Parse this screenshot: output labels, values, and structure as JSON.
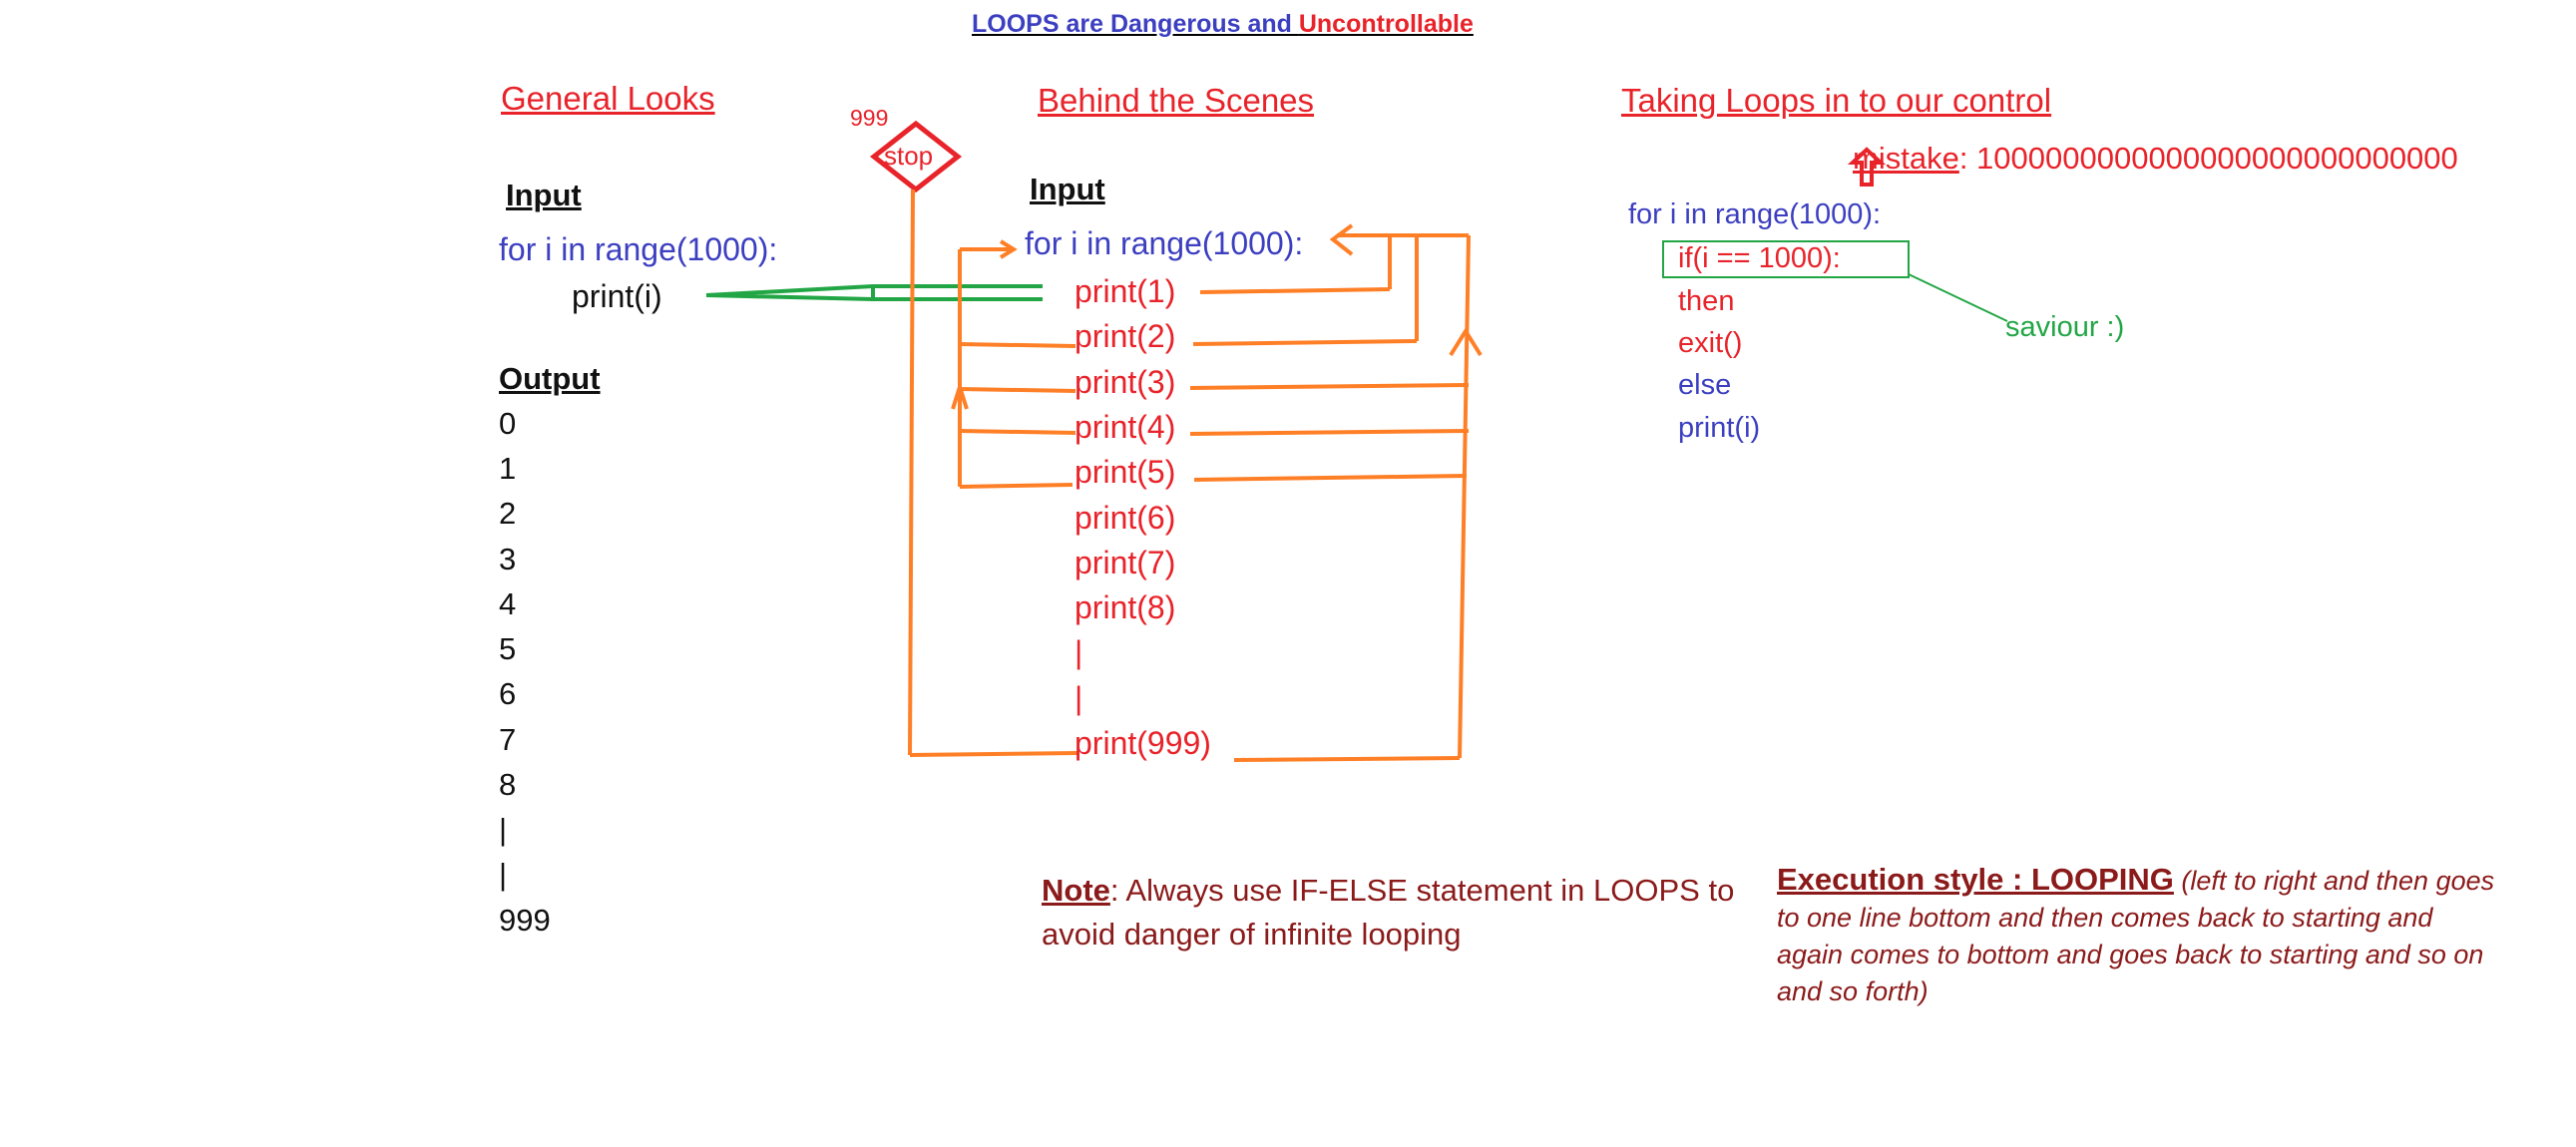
{
  "title": {
    "part1": "LOOPS are Dangerous and ",
    "part2": "Uncontrollable"
  },
  "general": {
    "heading": "General Looks",
    "input_label": "Input",
    "code_line1": "for i in range(1000):",
    "code_line2": "print(i)",
    "output_label": "Output",
    "outputs": [
      "0",
      "1",
      "2",
      "3",
      "4",
      "5",
      "6",
      "7",
      "8",
      "|",
      "|",
      "999"
    ]
  },
  "stop_sign": {
    "label": "stop",
    "counter": "999"
  },
  "behind": {
    "heading": "Behind the Scenes",
    "input_label": "Input",
    "loop_line": "for i in range(1000):",
    "prints": [
      "print(1)",
      "print(2)",
      "print(3)",
      "print(4)",
      "print(5)",
      "print(6)",
      "print(7)",
      "print(8)",
      "|",
      "|",
      "print(999)"
    ]
  },
  "control": {
    "heading": "Taking Loops in to our control",
    "mistake_label": "mistake",
    "mistake_value": ": 1000000000000000000000000000",
    "loop_line": "for i in range(1000):",
    "if_line": "if(i == 1000):",
    "then_line": "then",
    "exit_line": "exit()",
    "else_line": "else",
    "print_line": "print(i)",
    "saviour": "saviour :)"
  },
  "note": {
    "label": "Note",
    "text": ": Always use IF-ELSE statement in LOOPS to avoid danger of infinite looping"
  },
  "execution": {
    "label": "Execution style : LOOPING",
    "text": " (left to right and then goes to one line bottom and then comes back to starting and again comes to bottom and goes back to starting and so on and so forth)"
  },
  "colors": {
    "red": "#e8232a",
    "blue": "#3c3fc0",
    "green": "#22a645",
    "orange": "#ff7f27",
    "maroon": "#8b1a1a"
  }
}
